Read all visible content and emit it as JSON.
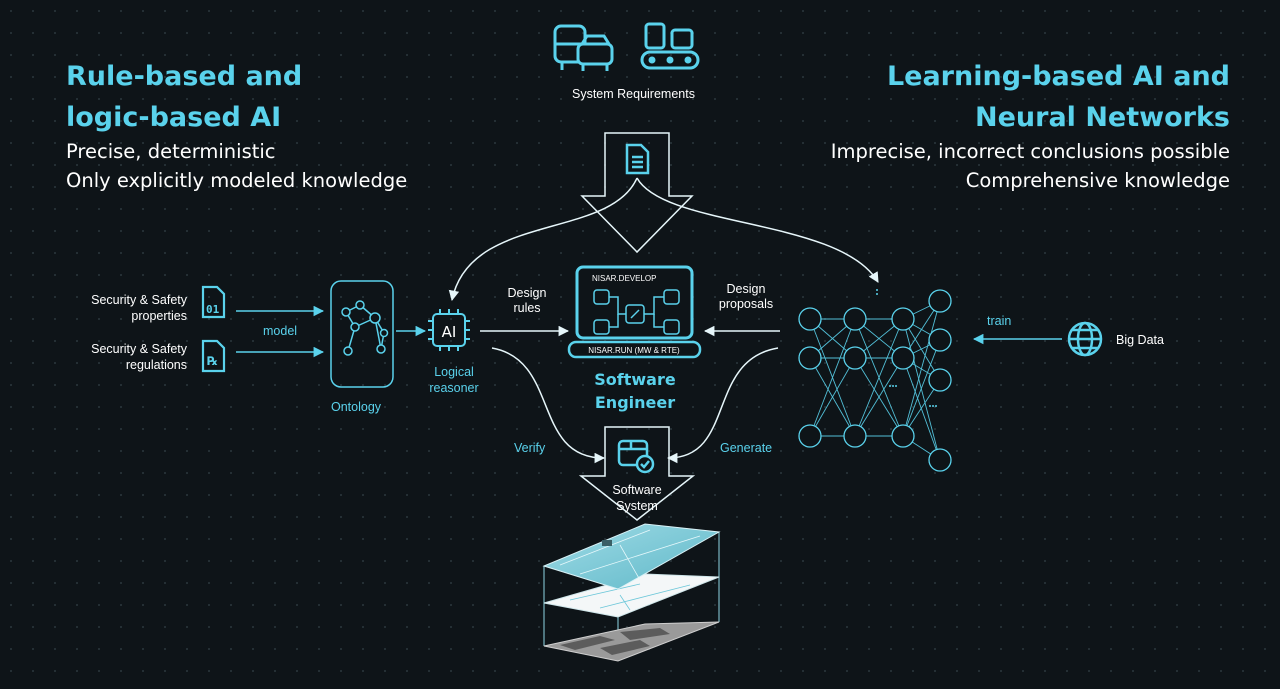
{
  "left_panel": {
    "title_line1": "Rule-based and",
    "title_line2": "logic-based AI",
    "sub_line1": "Precise, deterministic",
    "sub_line2": "Only explicitly modeled knowledge"
  },
  "right_panel": {
    "title_line1": "Learning-based AI and",
    "title_line2": "Neural Networks",
    "sub_line1": "Imprecise, incorrect conclusions possible",
    "sub_line2": "Comprehensive knowledge"
  },
  "top": {
    "requirements_label": "System Requirements"
  },
  "inputs": {
    "properties_line1": "Security & Safety",
    "properties_line2": "properties",
    "regulations_line1": "Security & Safety",
    "regulations_line2": "regulations",
    "model_label": "model",
    "ontology_label": "Ontology",
    "reasoner_line1": "Logical",
    "reasoner_line2": "reasoner",
    "ai_chip_text": "AI"
  },
  "center": {
    "design_rules_line1": "Design",
    "design_rules_line2": "rules",
    "design_proposals_line1": "Design",
    "design_proposals_line2": "proposals",
    "laptop_title": "NISAR.DEVELOP",
    "laptop_base": "NISAR.RUN (MW & RTE)",
    "engineer_line1": "Software",
    "engineer_line2": "Engineer",
    "verify_label": "Verify",
    "generate_label": "Generate",
    "system_line1": "Software",
    "system_line2": "System"
  },
  "learning": {
    "train_label": "train",
    "big_data_label": "Big Data"
  },
  "colors": {
    "accent": "#5ad2ec",
    "background": "#0e1418",
    "text": "#ffffff"
  }
}
